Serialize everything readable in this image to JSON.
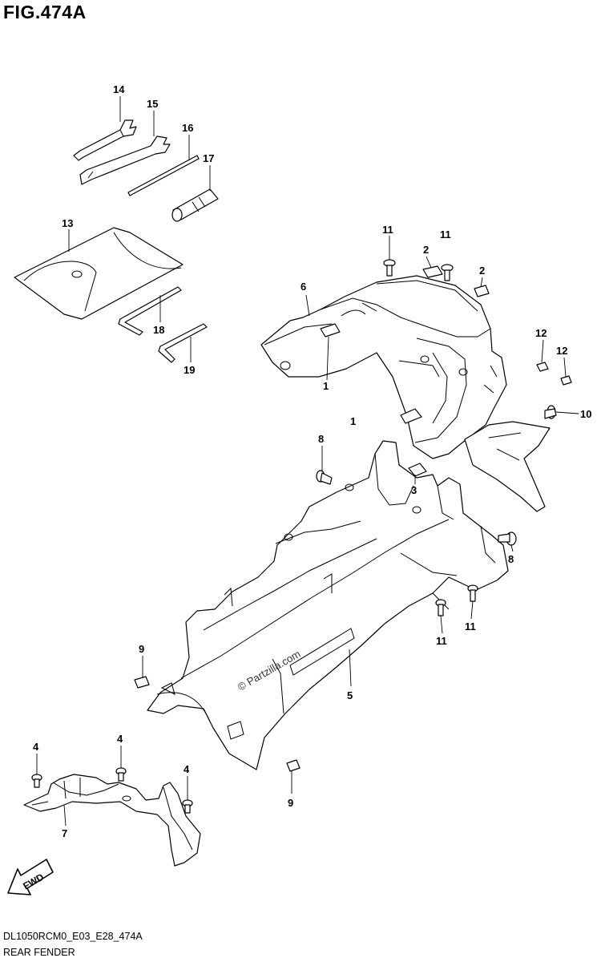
{
  "figure": {
    "title": "FIG.474A",
    "diagram_code": "DL1050RCM0_E03_E28_474A",
    "diagram_name": "REAR FENDER",
    "watermark": "© Partzilla.com",
    "direction_marker": "FWD"
  },
  "callouts": {
    "c14": "14",
    "c15": "15",
    "c16": "16",
    "c17": "17",
    "c13": "13",
    "c18": "18",
    "c19": "19",
    "c11a": "11",
    "c11b": "11",
    "c2a": "2",
    "c2b": "2",
    "c6": "6",
    "c1a": "1",
    "c1b": "1",
    "c12a": "12",
    "c12b": "12",
    "c10": "10",
    "c8a": "8",
    "c3": "3",
    "c8b": "8",
    "c11c": "11",
    "c11d": "11",
    "c9a": "9",
    "c5": "5",
    "c9b": "9",
    "c4a": "4",
    "c4b": "4",
    "c4c": "4",
    "c7": "7"
  }
}
